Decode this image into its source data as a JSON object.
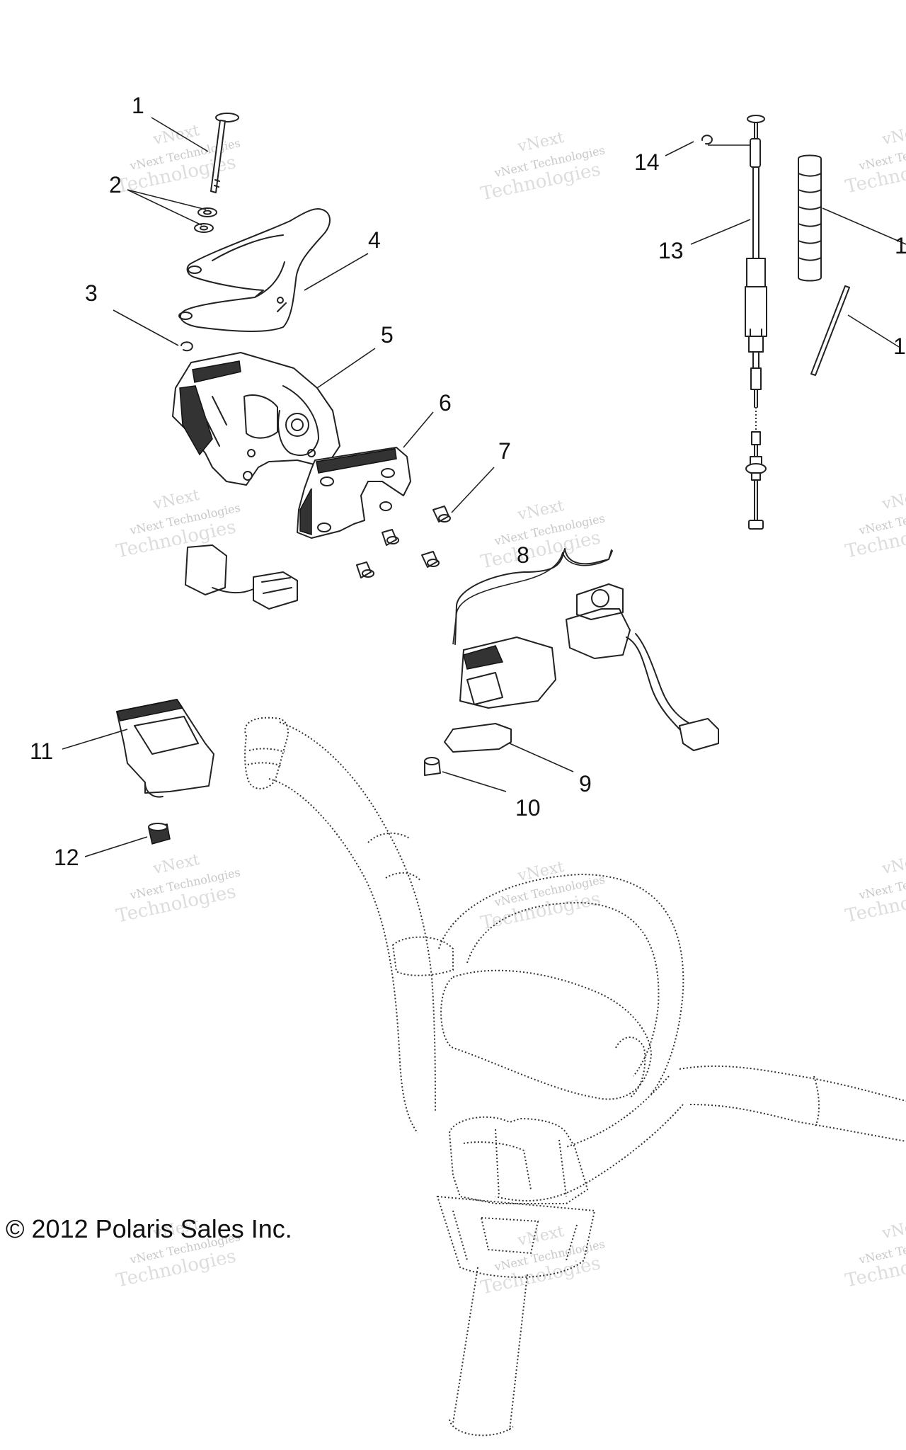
{
  "callouts": {
    "c1": "1",
    "c2": "2",
    "c3": "3",
    "c4": "4",
    "c5": "5",
    "c6": "6",
    "c7": "7",
    "c8": "8",
    "c9": "9",
    "c10": "10",
    "c11": "11",
    "c12": "12",
    "c13": "13",
    "c14": "14",
    "c15": "1",
    "c16": "1"
  },
  "copyright": "© 2012 Polaris Sales Inc.",
  "watermark": {
    "line1": "vNext Technologies",
    "line2": "Technologies",
    "line0": "vNext"
  },
  "part_brand": "POLARIS"
}
